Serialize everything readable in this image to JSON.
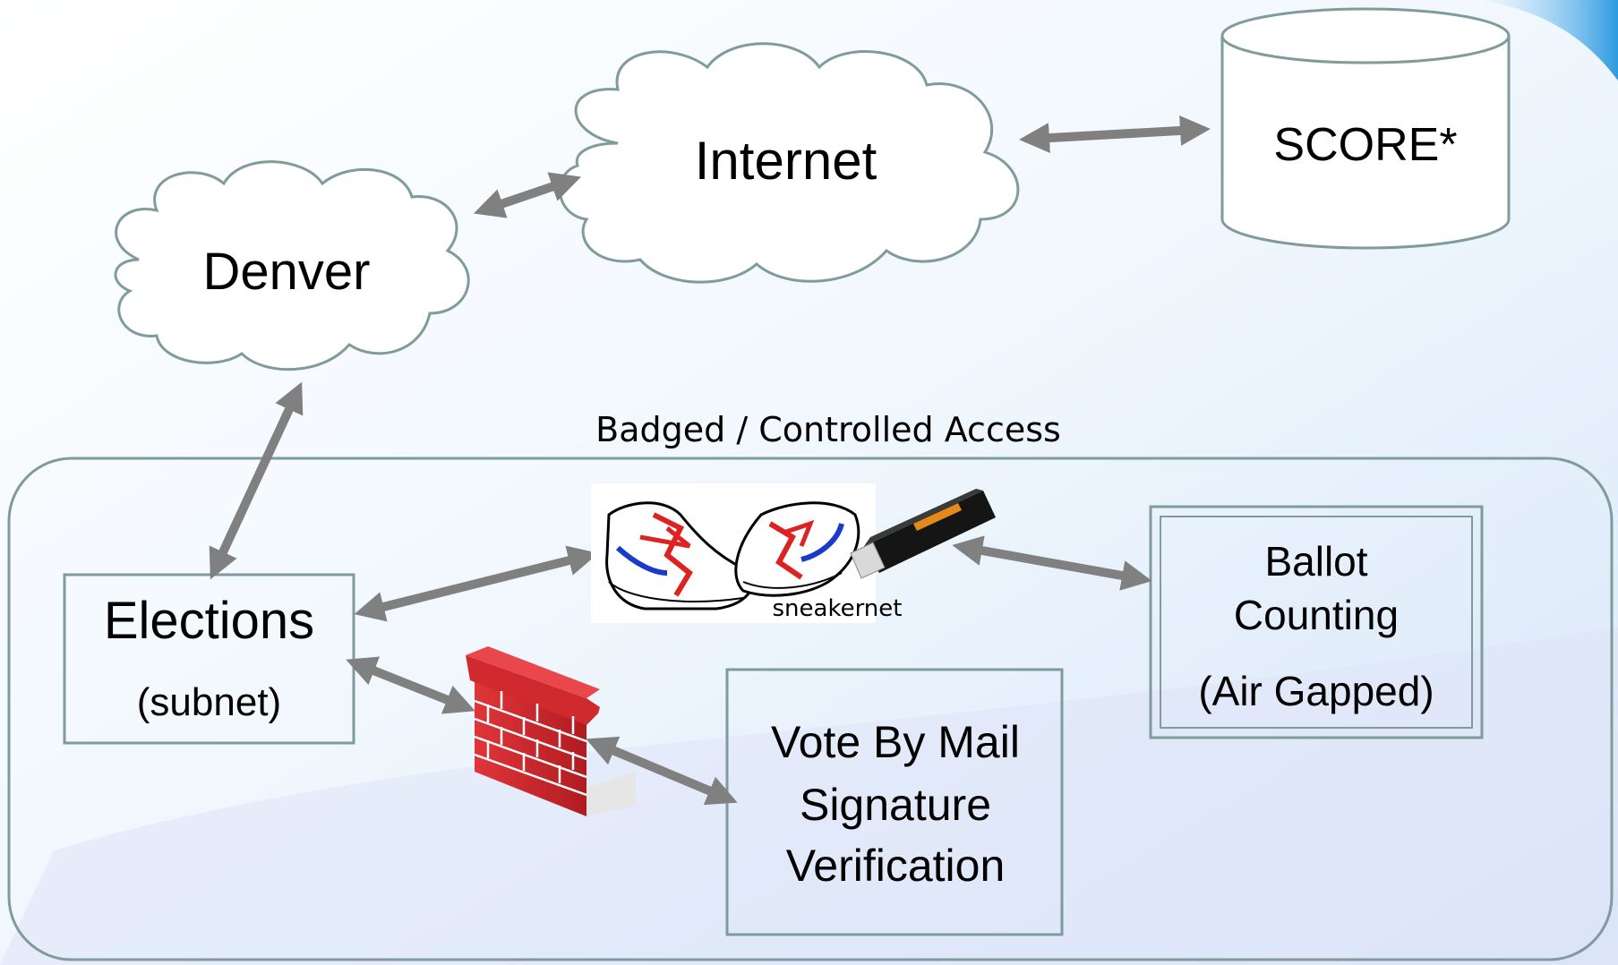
{
  "nodes": {
    "denver": {
      "label": "Denver"
    },
    "internet": {
      "label": "Internet"
    },
    "score": {
      "label": "SCORE*"
    },
    "elections": {
      "label": "Elections",
      "sublabel": "(subnet)"
    },
    "ballot": {
      "line1": "Ballot",
      "line2": "Counting",
      "line3": "(Air Gapped)"
    },
    "vbm": {
      "line1": "Vote By Mail",
      "line2": "Signature",
      "line3": "Verification"
    }
  },
  "zone": {
    "label": "Badged / Controlled Access"
  },
  "sneakernet": {
    "label": "sneakernet"
  },
  "icons": [
    "cloud-icon",
    "database-cylinder-icon",
    "firewall-brick-icon",
    "sneakers-icon",
    "usb-drive-icon"
  ],
  "colors": {
    "outline": "#7f9b9b",
    "arrow": "#808080",
    "brick": "#c8262a",
    "text": "#000000"
  }
}
